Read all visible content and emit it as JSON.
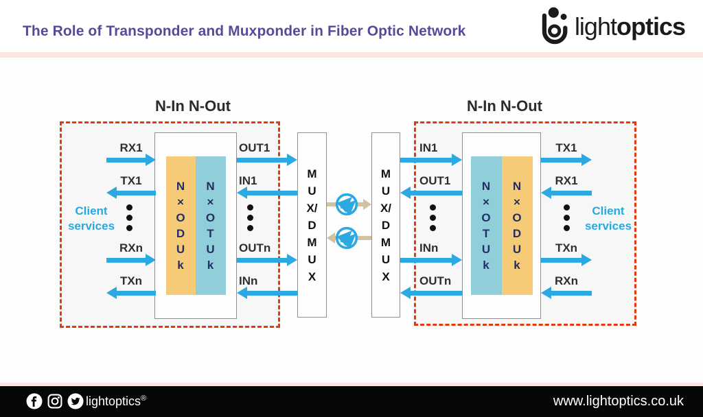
{
  "header": {
    "title": "The Role of Transponder and Muxponder in Fiber Optic Network",
    "brand": {
      "light": "light",
      "optics": "optics"
    }
  },
  "diagram": {
    "left_block": {
      "title": "N-In N-Out",
      "client_line1": "Client",
      "client_line2": "services",
      "col1": "N×ODUk",
      "col2": "N×OTUk",
      "ports": {
        "rx1": "RX1",
        "tx1": "TX1",
        "rxn": "RXn",
        "txn": "TXn",
        "out1": "OUT1",
        "in1": "IN1",
        "outn": "OUTn",
        "inn": "INn"
      }
    },
    "mux": {
      "left": "MUX/DMUX",
      "right": "MUX/DMUX"
    },
    "right_block": {
      "title": "N-In N-Out",
      "client_line1": "Client",
      "client_line2": "services",
      "col1": "N×OTUk",
      "col2": "N×ODUk",
      "ports": {
        "in1": "IN1",
        "out1": "OUT1",
        "inn": "INn",
        "outn": "OUTn",
        "tx1": "TX1",
        "rx1": "RX1",
        "txn": "TXn",
        "rxn": "RXn"
      }
    },
    "colors": {
      "arrow_blue": "#2BA9E0",
      "dashed_red": "#E8380D",
      "column_orange": "#F5CB78",
      "column_teal": "#90CFD9",
      "fiber_link_tan": "#D2C2A2",
      "client_cyan": "#29A8E0",
      "title_purple": "#584A9B",
      "pink_divider": "#FBE4E2"
    },
    "icons": {
      "fiber_link": "wavelength-arrows-icon"
    }
  },
  "footer": {
    "icons": [
      "facebook-icon",
      "instagram-icon",
      "twitter-icon"
    ],
    "brand": "lightoptics",
    "reg_mark": "®",
    "website": "www.lightoptics.co.uk"
  }
}
